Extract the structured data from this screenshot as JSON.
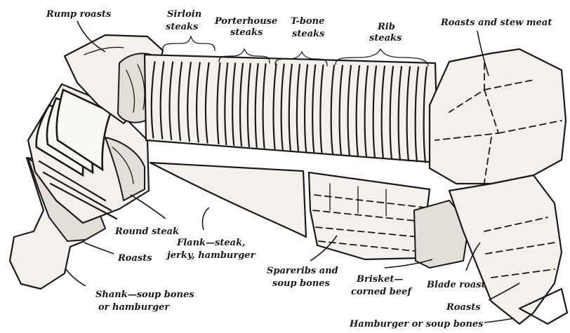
{
  "labels": {
    "rump_roasts": "Rump roasts",
    "sirloin_line1": "Sirloin",
    "sirloin_line2": "steaks",
    "porterhouse_line1": "Porterhouse",
    "porterhouse_line2": "steaks",
    "tbone_line1": "T-bone",
    "tbone_line2": "steaks",
    "rib_line1": "Rib",
    "rib_line2": "steaks",
    "roasts_stew": "Roasts and stew meat",
    "round_steak": "Round steak",
    "roasts_left": "Roasts",
    "flank_line1": "Flank—steak,",
    "flank_line2": "jerky, hamburger",
    "shank_line1": "Shank—soup bones",
    "shank_line2": "or hamburger",
    "spareribs_line1": "Spareribs and",
    "spareribs_line2": "soup bones",
    "brisket_line1": "Brisket—",
    "brisket_line2": "corned beef",
    "blade_roast": "Blade roast",
    "roasts_right": "Roasts",
    "hamburger_soup": "Hamburger or soup bones"
  }
}
